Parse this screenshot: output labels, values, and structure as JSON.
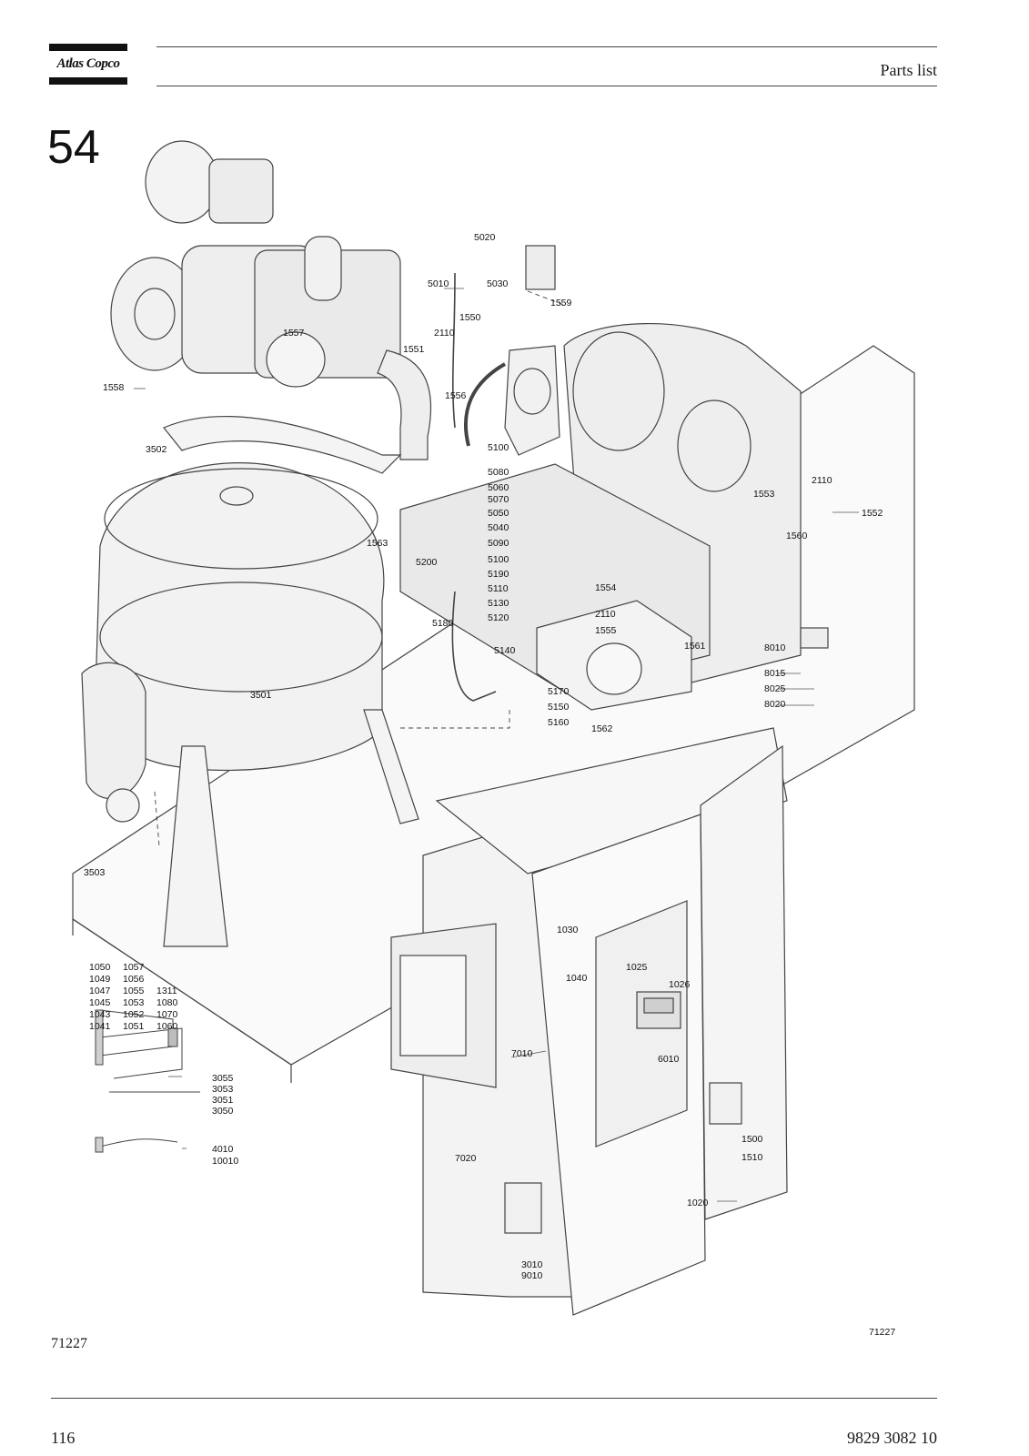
{
  "header": {
    "brand": "Atlas Copco",
    "title": "Parts list"
  },
  "figure_number": "54",
  "figure_code": "71227",
  "drawing_code": "71227",
  "footer": {
    "page_number": "116",
    "document_number": "9829 3082 10"
  },
  "callouts": {
    "c5020": "5020",
    "c5010": "5010",
    "c5030": "5030",
    "c1559": "1559",
    "c1550": "1550",
    "c2110a": "2110",
    "c1557": "1557",
    "c1551": "1551",
    "c1558": "1558",
    "c1556": "1556",
    "c3502": "3502",
    "c5100a": "5100",
    "c5080": "5080",
    "c5060": "5060",
    "c5070": "5070",
    "c5050": "5050",
    "c5040": "5040",
    "c5090": "5090",
    "c1563": "1563",
    "c5200": "5200",
    "c5100b": "5100",
    "c5190": "5190",
    "c5110": "5110",
    "c5130": "5130",
    "c5120": "5120",
    "c5180": "5180",
    "c5140": "5140",
    "c2110b": "2110",
    "c1553": "1553",
    "c1552": "1552",
    "c1560": "1560",
    "c1554": "1554",
    "c2110c": "2110",
    "c1555": "1555",
    "c1561": "1561",
    "c8010": "8010",
    "c8015": "8015",
    "c8025": "8025",
    "c8020": "8020",
    "c3501": "3501",
    "c5170": "5170",
    "c5150": "5150",
    "c5160": "5160",
    "c1562": "1562",
    "c3503": "3503",
    "c1030": "1030",
    "c1040": "1040",
    "c1025": "1025",
    "c1026": "1026",
    "c6010": "6010",
    "c7010": "7010",
    "c1500": "1500",
    "c1510": "1510",
    "c7020": "7020",
    "c1020": "1020",
    "c3010": "3010",
    "c9010": "9010",
    "c1050": "1050",
    "c1057": "1057",
    "c1049": "1049",
    "c1056": "1056",
    "c1047": "1047",
    "c1055": "1055",
    "c1311": "1311",
    "c1045": "1045",
    "c1053": "1053",
    "c1080": "1080",
    "c1043": "1043",
    "c1052": "1052",
    "c1070": "1070",
    "c1041": "1041",
    "c1051": "1051",
    "c1060": "1060",
    "c3055": "3055",
    "c3053": "3053",
    "c3051": "3051",
    "c3050": "3050",
    "c4010": "4010",
    "c10010": "10010"
  }
}
